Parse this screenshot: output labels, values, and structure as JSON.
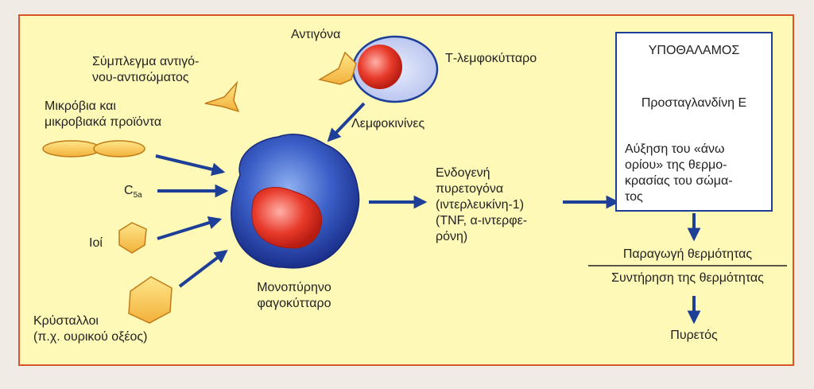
{
  "diagram": {
    "inputs": {
      "antigens": "Αντιγόνα",
      "immune_complex": "Σύμπλεγμα αντιγό-\nνου-αντισώματος",
      "microbes": "Μικρόβια και\nμικροβιακά προϊόντα",
      "c5a_main": "C",
      "c5a_sub": "5a",
      "viruses": "Ιοί",
      "crystals": "Κρύσταλλοι\n(π.χ. ουρικού οξέος)"
    },
    "cells": {
      "t_lymphocyte": "Τ-λεμφοκύτταρο",
      "lymphokines": "Λεμφοκινίνες",
      "phagocyte": "Μονοπύρηνο\nφαγοκύτταρο"
    },
    "pyrogens": "Ενδογενή\nπυρετογόνα\n(ιντερλευκίνη-1)\n(TNF, α-ιντερφε-\nρόνη)",
    "hypothalamus_box": {
      "title": "ΥΠΟΘΑΛΑΜΟΣ",
      "prostaglandin": "Προσταγλανδίνη Ε",
      "increase": "Αύξηση του «άνω\nορίου» της θερμο-\nκρασίας του σώμα-\nτος"
    },
    "outcome": {
      "heat_production": "Παραγωγή θερμότητας",
      "heat_conservation": "Συντήρηση της θερμότητας",
      "fever": "Πυρετός"
    }
  },
  "colors": {
    "arrow": "#1d3f98",
    "border": "#d8552c",
    "background": "#fff9b8",
    "nucleus": "#e83a2a",
    "cell_body": "#2f4fb8"
  }
}
